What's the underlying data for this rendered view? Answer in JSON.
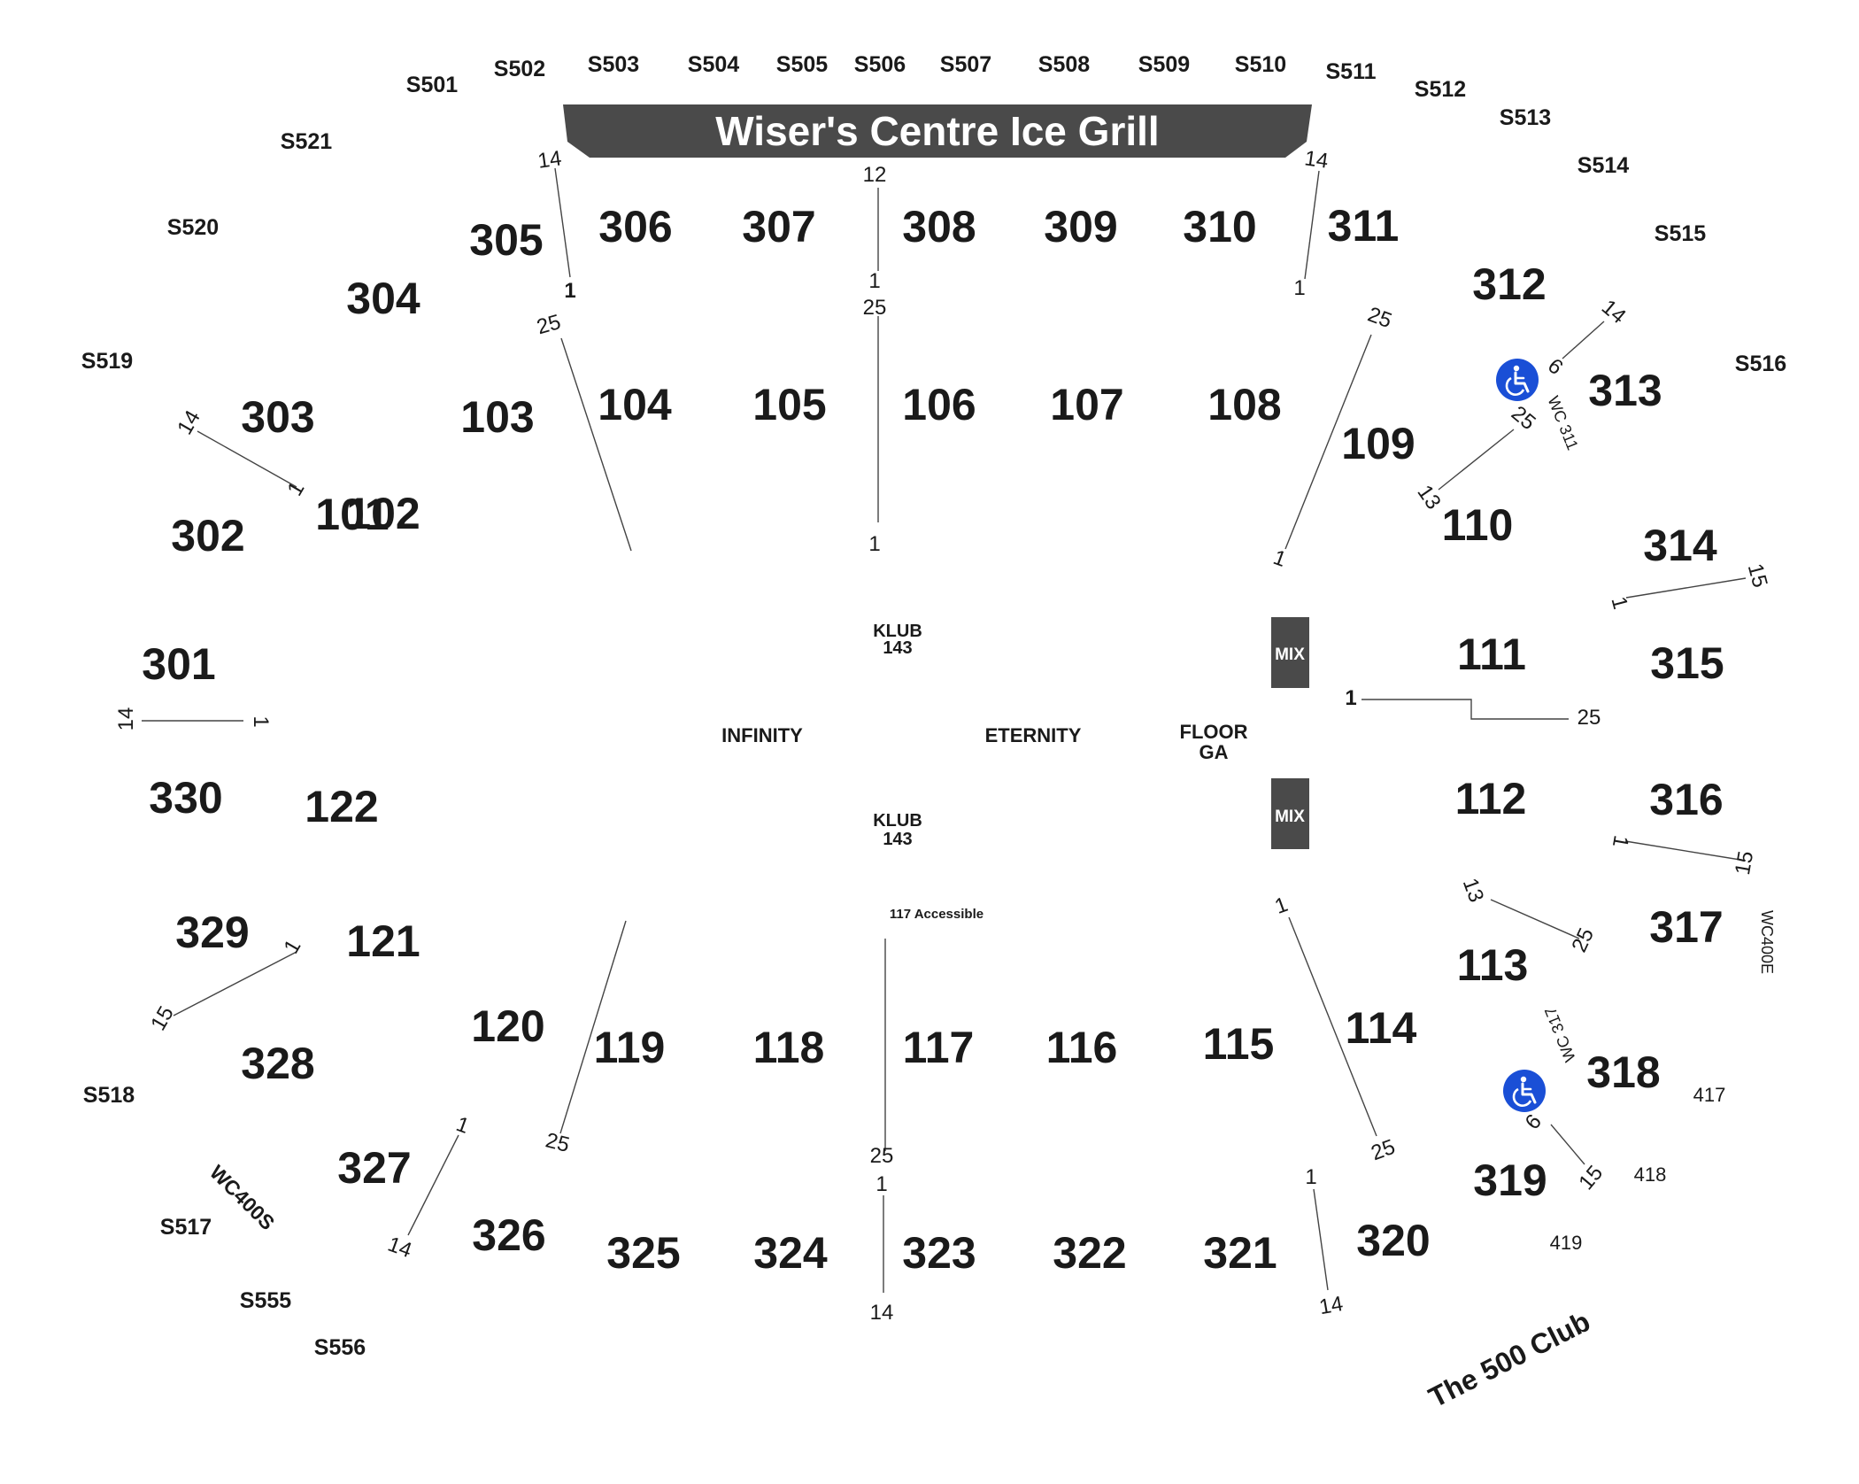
{
  "grill_label": "Wiser's Centre Ice Grill",
  "club_label": "The 500 Club",
  "colors": {
    "banner": "#4a4a4a",
    "accessible": "#1a4fd6",
    "text": "#1a1a1a",
    "lines": "#444444"
  },
  "icons": {
    "accessible": "wheelchair-icon"
  },
  "suites_top": [
    "S501",
    "S502",
    "S503",
    "S504",
    "S505",
    "S506",
    "S507",
    "S508",
    "S509",
    "S510",
    "S511",
    "S512",
    "S513",
    "S514",
    "S515",
    "S516"
  ],
  "suites_left": [
    "S521",
    "S520",
    "S519",
    "S518",
    "S517",
    "S555",
    "S556"
  ],
  "sections_100": [
    "101",
    "102",
    "103",
    "104",
    "105",
    "106",
    "107",
    "108",
    "109",
    "110",
    "111",
    "112",
    "113",
    "114",
    "115",
    "116",
    "117",
    "118",
    "119",
    "120",
    "121",
    "122"
  ],
  "sections_300": [
    "301",
    "302",
    "303",
    "304",
    "305",
    "306",
    "307",
    "308",
    "309",
    "310",
    "311",
    "312",
    "313",
    "314",
    "315",
    "316",
    "317",
    "318",
    "319",
    "320",
    "321",
    "322",
    "323",
    "324",
    "325",
    "326",
    "327",
    "328",
    "329",
    "330"
  ],
  "boxes": [
    "417",
    "418",
    "419"
  ],
  "floor": {
    "infinity": "INFINITY",
    "eternity": "ETERNITY",
    "floor_ga_line1": "FLOOR",
    "floor_ga_line2": "GA",
    "klub_label": "KLUB",
    "klub_count": "143",
    "mix_label": "MIX",
    "accessible_note": "117 Accessible"
  },
  "wheelchair_areas": [
    "WC 311",
    "WC 317",
    "WC400E",
    "WC400S"
  ],
  "row_labels": [
    "1",
    "6",
    "12",
    "13",
    "14",
    "15",
    "25"
  ]
}
